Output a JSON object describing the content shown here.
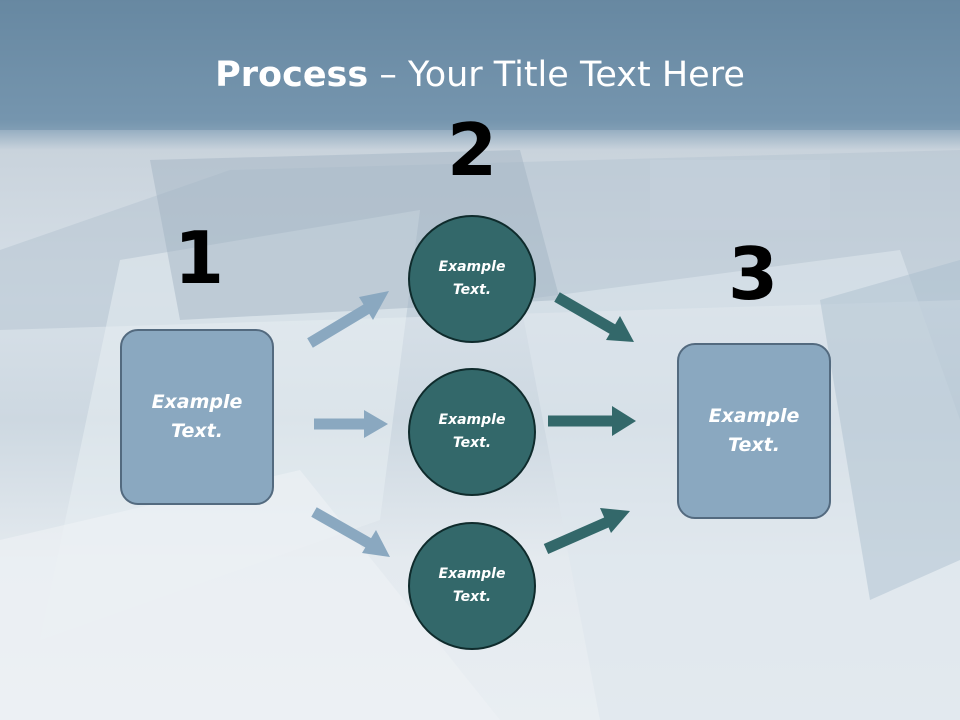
{
  "title": {
    "bold": "Process",
    "rest": " – Your Title Text Here"
  },
  "steps": [
    {
      "number": "1",
      "text_line1": "Example",
      "text_line2": "Text."
    },
    {
      "number": "2"
    },
    {
      "number": "3",
      "text_line1": "Example",
      "text_line2": "Text."
    }
  ],
  "circles": [
    {
      "text_line1": "Example",
      "text_line2": "Text."
    },
    {
      "text_line1": "Example",
      "text_line2": "Text."
    },
    {
      "text_line1": "Example",
      "text_line2": "Text."
    }
  ],
  "colors": {
    "box_fill": "#8aa8c0",
    "circle_fill": "#33686a",
    "arrow_light": "#8aa8c0",
    "arrow_dark": "#33686a",
    "title_band": "#6d8ea8"
  }
}
